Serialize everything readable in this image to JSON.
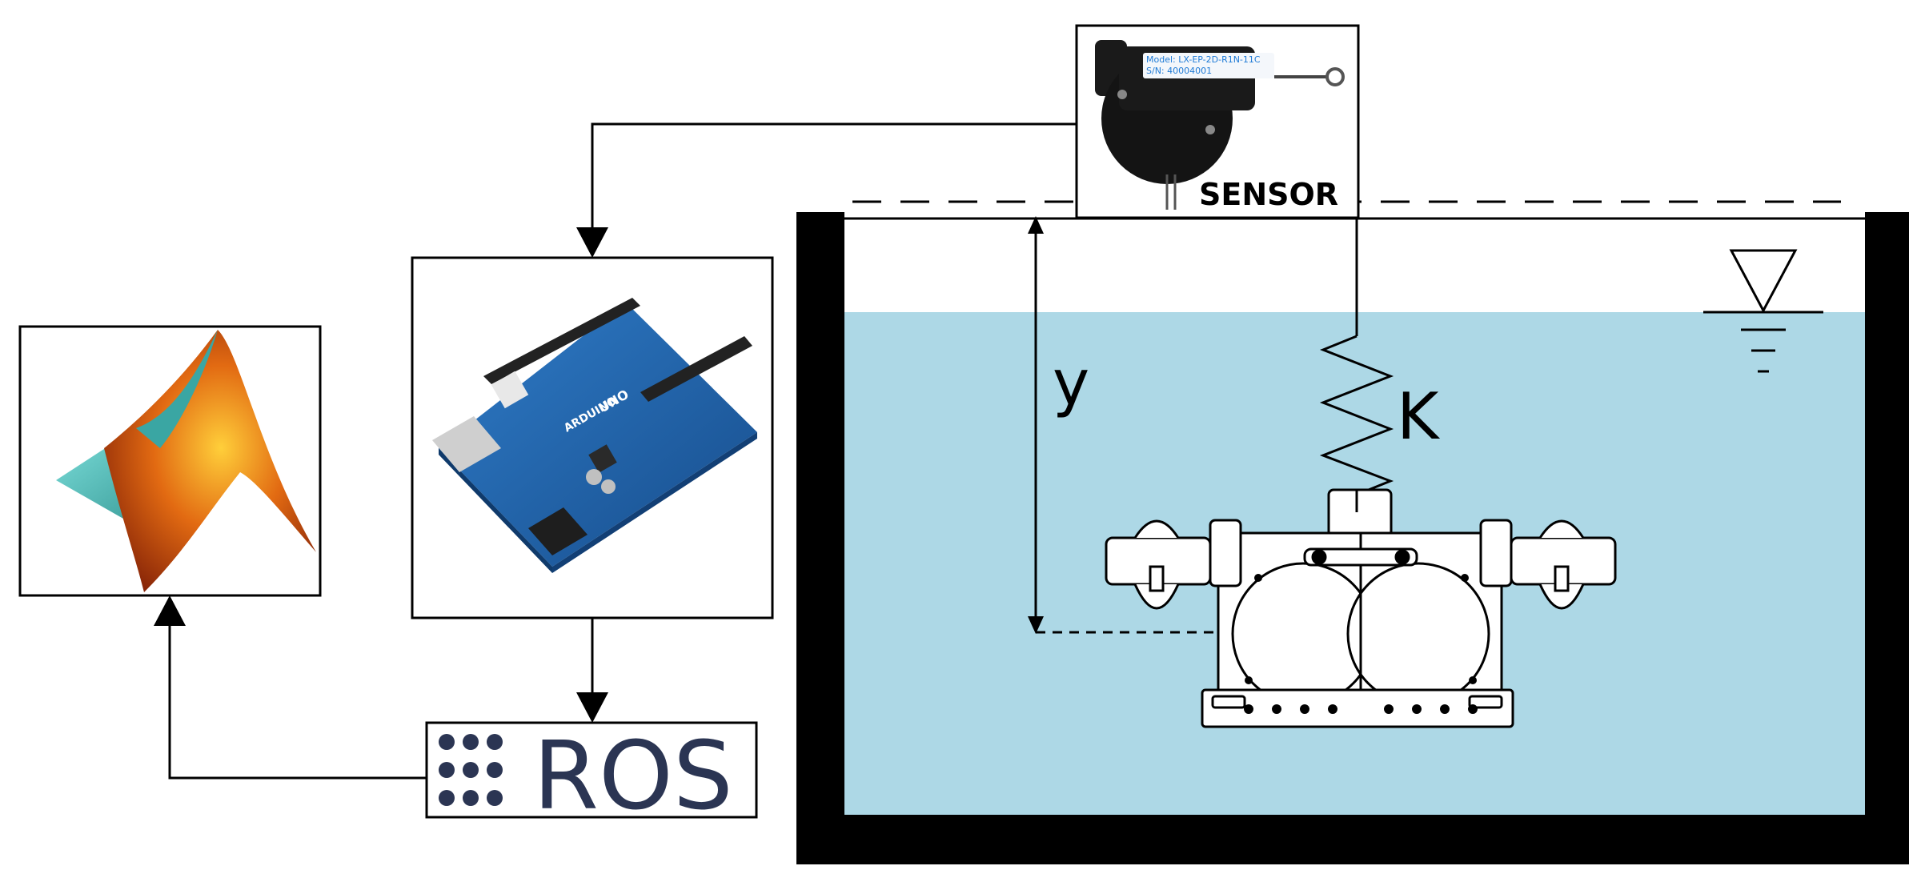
{
  "labels": {
    "sensor": "SENSOR",
    "ros": "ROS",
    "spring": "K",
    "depth": "y",
    "sensor_plate_model": "Model: LX-EP-2D-R1N-11C",
    "sensor_plate_serial": "S/N: 40004001",
    "arduino_brand": "ARDUINO",
    "arduino_model": "UNO"
  },
  "colors": {
    "water": "#add8e6",
    "tank_wall": "#000000",
    "ros_text": "#2b3553",
    "arduino_board": "#1f5fa8",
    "matlab_orange": "#d9600f",
    "matlab_teal": "#49b3b0"
  },
  "icons": {
    "matlab": "matlab-logo-icon",
    "arduino": "arduino-uno-board-icon",
    "ros": "ros-logo-icon",
    "sensor": "draw-wire-sensor-icon",
    "water_level": "water-level-symbol-icon",
    "vehicle": "underwater-vehicle-icon"
  }
}
